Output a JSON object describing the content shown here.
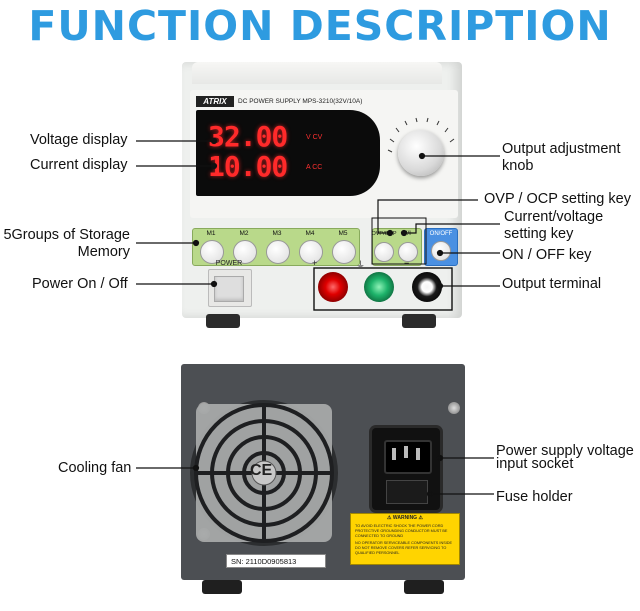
{
  "title": "FUNCTION DESCRIPTION",
  "device": {
    "brand": "ATRIX",
    "model_line": "DC POWER SUPPLY MPS-3210(32V/10A)",
    "voltage_reading": "32.00",
    "current_reading": "10.00",
    "voltage_unit": "V CV",
    "current_unit": "A CC",
    "memory_keys": [
      "M1",
      "M2",
      "M3",
      "M4",
      "M5"
    ],
    "ovp_key": "OVP/OCP",
    "vi_key": "V/I",
    "onoff_key": "ON/OFF",
    "power_label": "POWER",
    "term_plus": "+",
    "term_gnd": "⏚",
    "term_minus": "−",
    "serial": "SN: 2110D0905813",
    "warning_title": "⚠ WARNING ⚠",
    "warning_lines": [
      "TO AVOID ELECTRIC SHOCK THE POWER CORD",
      "PROTECTIVE GROUNDING CONDUCTOR MUST BE",
      "CONNECTED TO GROUND",
      "NO OPERATOR SERVICEABLE COMPONENTS INSIDE",
      "DO NOT REMOVE COVERS REFER SERVICING TO",
      "QUALIFIED PERSONNEL"
    ],
    "ce_mark": "CE"
  },
  "labels": {
    "voltage_display": "Voltage display",
    "current_display": "Current display",
    "storage_memory_1": "5Groups of Storage",
    "storage_memory_2": "Memory",
    "power_onoff": "Power On / Off",
    "output_knob_1": "Output adjustment",
    "output_knob_2": "knob",
    "ovp_key": "OVP / OCP setting key",
    "cv_key_1": "Current/voltage",
    "cv_key_2": "setting key",
    "onoff_key": "ON / OFF key",
    "output_terminal": "Output terminal",
    "cooling_fan": "Cooling fan",
    "input_socket_1": "Power supply voltage",
    "input_socket_2": "input socket",
    "fuse_holder": "Fuse holder"
  },
  "colors": {
    "title": "#2e9be0",
    "display_digits": "#ff2a2a",
    "memory_panel": "#b9d98a",
    "onoff_key": "#4a90e2",
    "warning_label": "#ffd400"
  }
}
